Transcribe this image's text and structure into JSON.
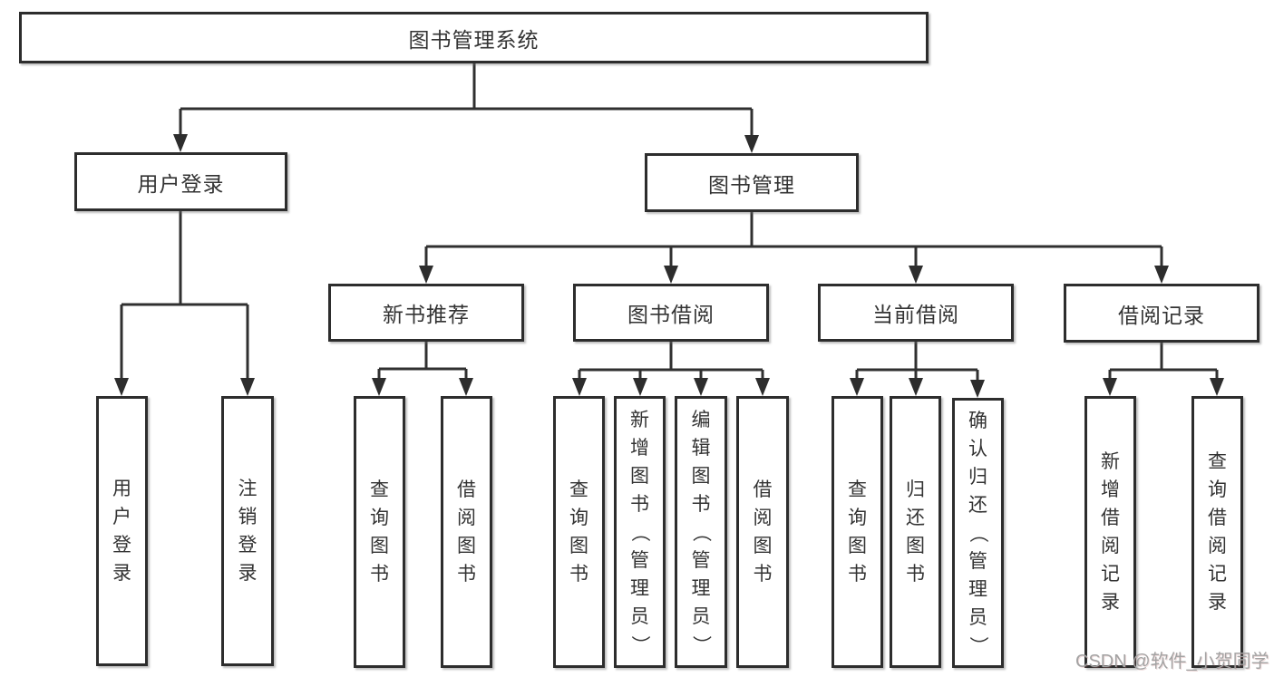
{
  "diagram": {
    "root": {
      "label": "图书管理系统"
    },
    "level2": [
      {
        "label": "用户登录"
      },
      {
        "label": "图书管理"
      }
    ],
    "level3": [
      {
        "label": "新书推荐"
      },
      {
        "label": "图书借阅"
      },
      {
        "label": "当前借阅"
      },
      {
        "label": "借阅记录"
      }
    ],
    "leaves": {
      "user_login": [
        {
          "label": "用户登录"
        },
        {
          "label": "注销登录"
        }
      ],
      "new_book_rec": [
        {
          "label": "查询图书"
        },
        {
          "label": "借阅图书"
        }
      ],
      "book_borrow": [
        {
          "label": "查询图书"
        },
        {
          "label": "新增图书（管理员）"
        },
        {
          "label": "编辑图书（管理员）"
        },
        {
          "label": "借阅图书"
        }
      ],
      "current_borrow": [
        {
          "label": "查询图书"
        },
        {
          "label": "归还图书"
        },
        {
          "label": "确认归还（管理员）"
        }
      ],
      "borrow_records": [
        {
          "label": "新增借阅记录"
        },
        {
          "label": "查询借阅记录"
        }
      ]
    }
  },
  "watermark": {
    "text": "CSDN @软件_小贺同学"
  },
  "colors": {
    "line": "#303030",
    "box_border": "#2d2d2d",
    "text": "#333333",
    "watermark": "#a3a3a3",
    "background": "#ffffff"
  }
}
